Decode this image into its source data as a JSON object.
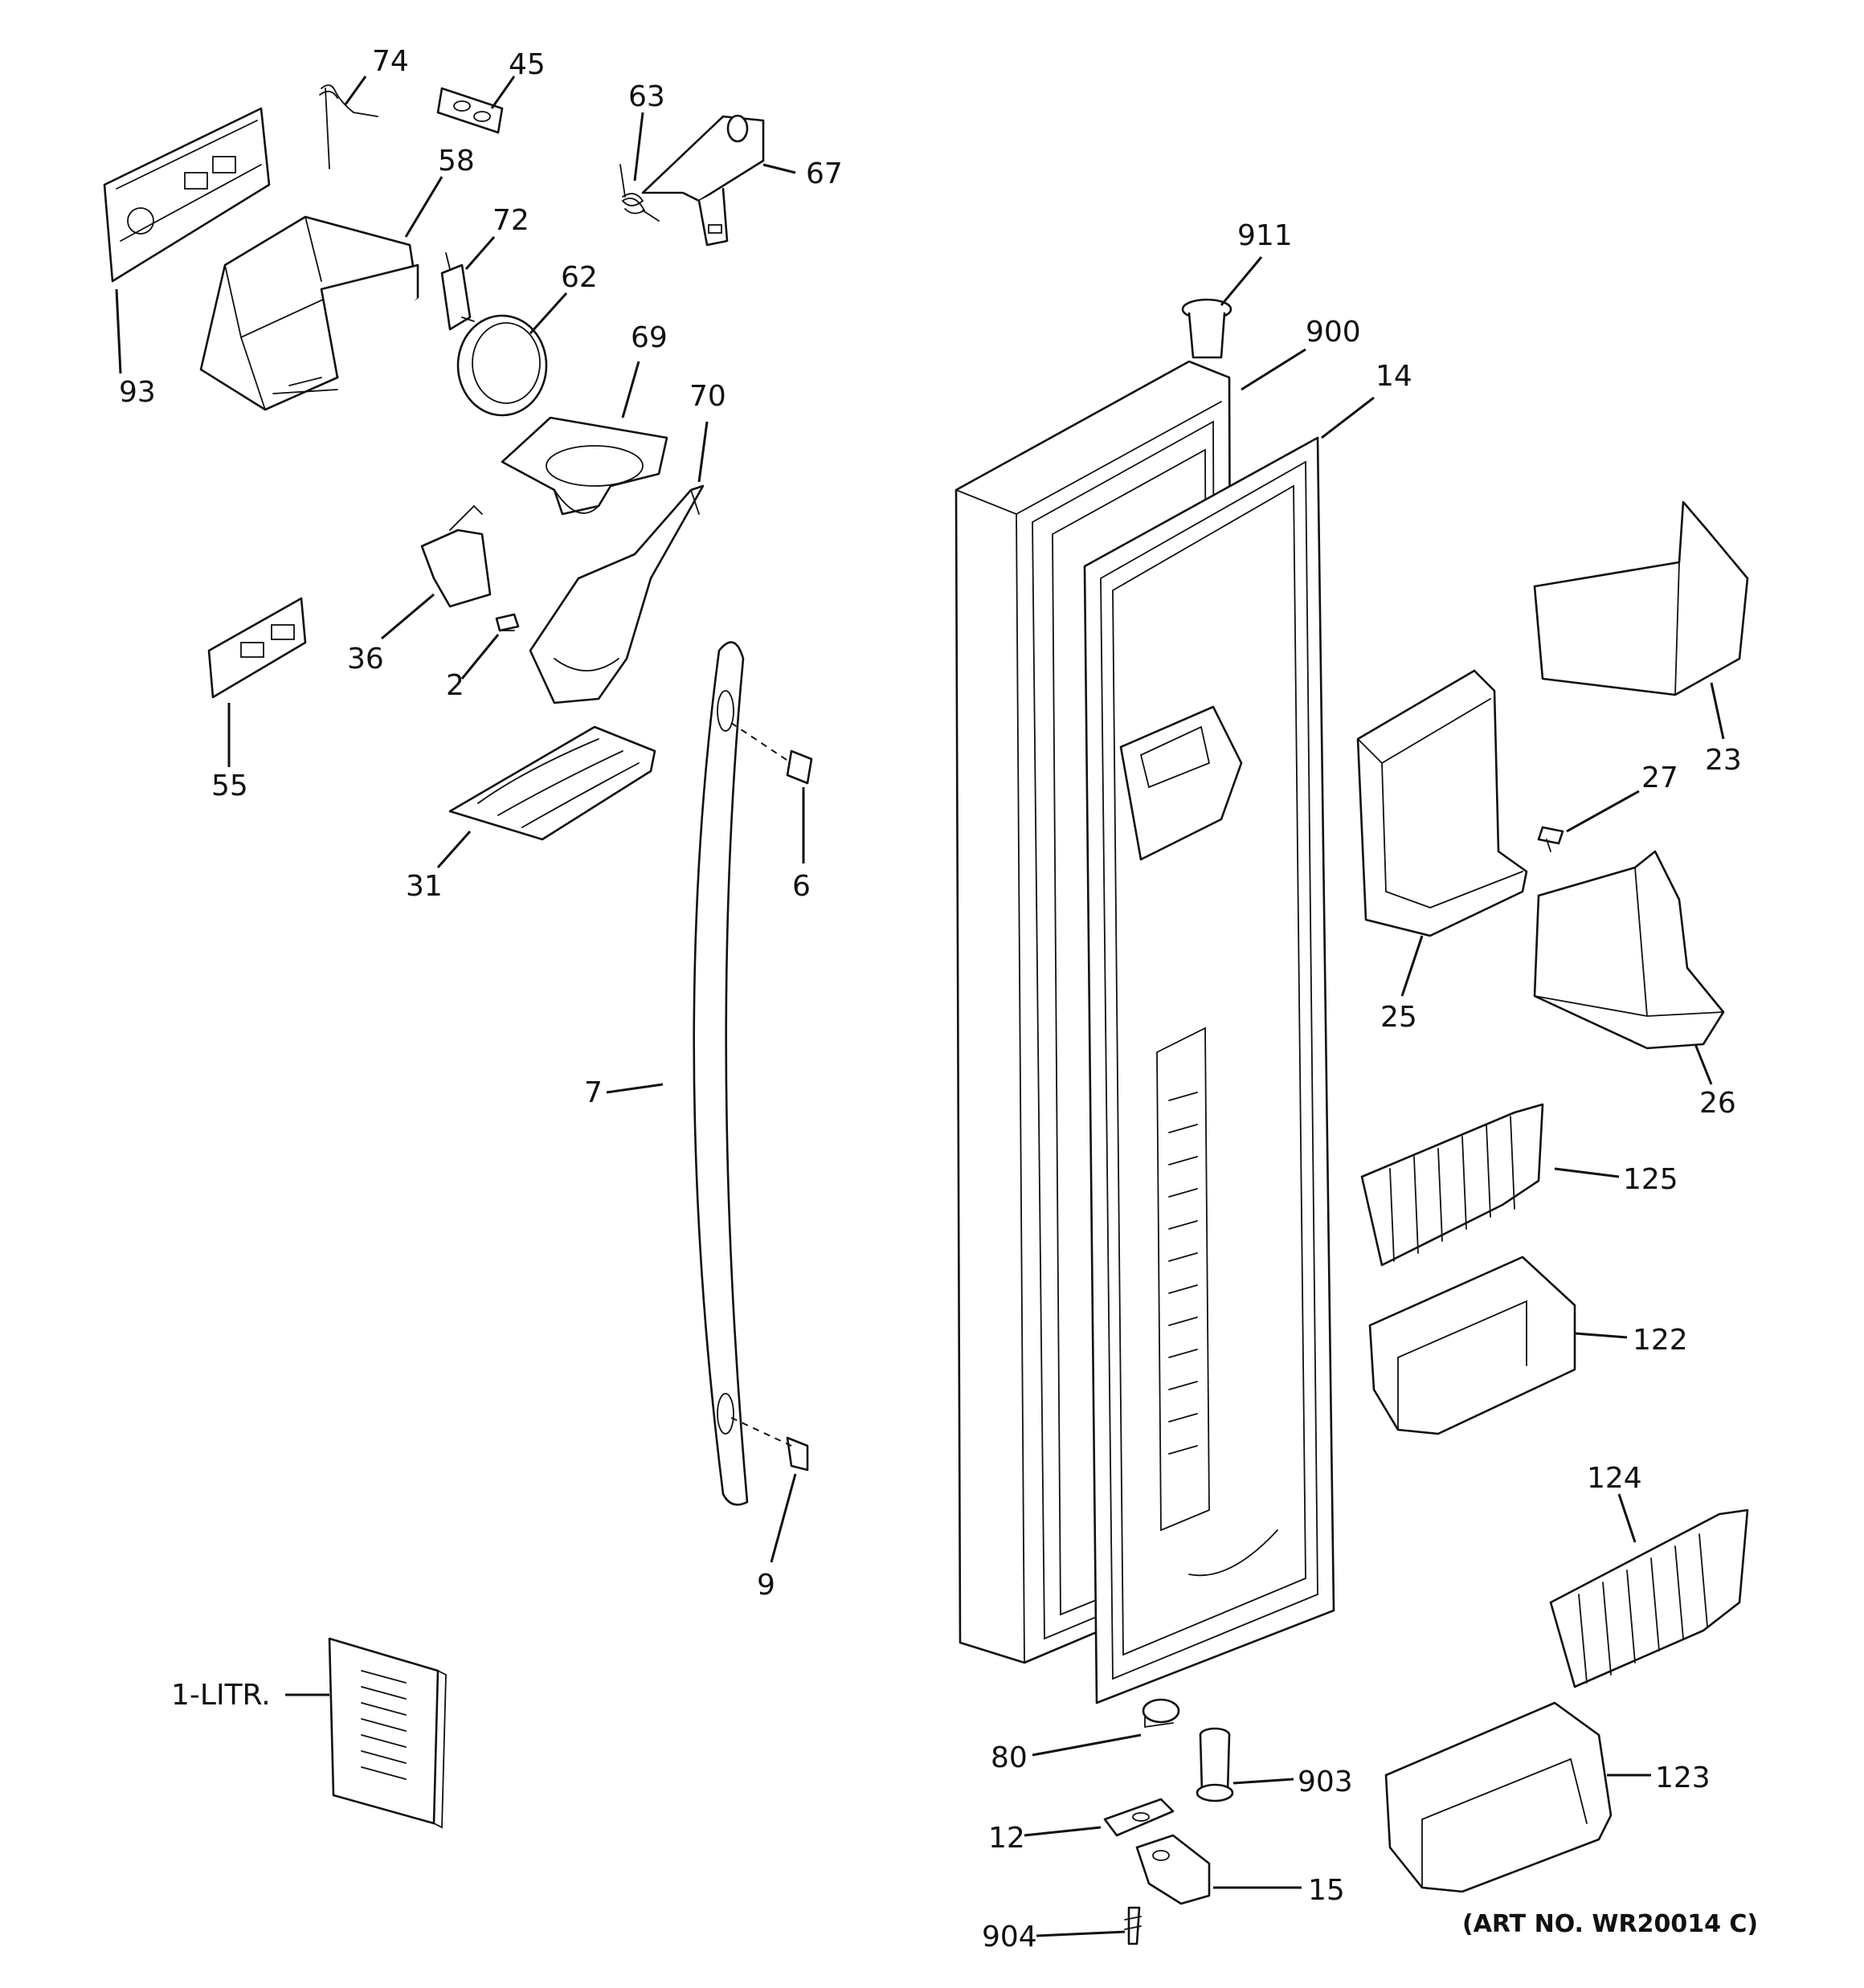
{
  "callouts": {
    "c74": "74",
    "c45": "45",
    "c63": "63",
    "c67": "67",
    "c58": "58",
    "c72": "72",
    "c62": "62",
    "c93": "93",
    "c69": "69",
    "c70": "70",
    "c36": "36",
    "c2": "2",
    "c55": "55",
    "c31": "31",
    "c6": "6",
    "c7": "7",
    "c9": "9",
    "c1litr": "1-LITR.",
    "c911": "911",
    "c900": "900",
    "c14": "14",
    "c23": "23",
    "c27": "27",
    "c25": "25",
    "c26": "26",
    "c125": "125",
    "c122": "122",
    "c124": "124",
    "c123": "123",
    "c80": "80",
    "c903": "903",
    "c12": "12",
    "c15": "15",
    "c904": "904"
  },
  "art_number": "(ART NO. WR20014 C)"
}
